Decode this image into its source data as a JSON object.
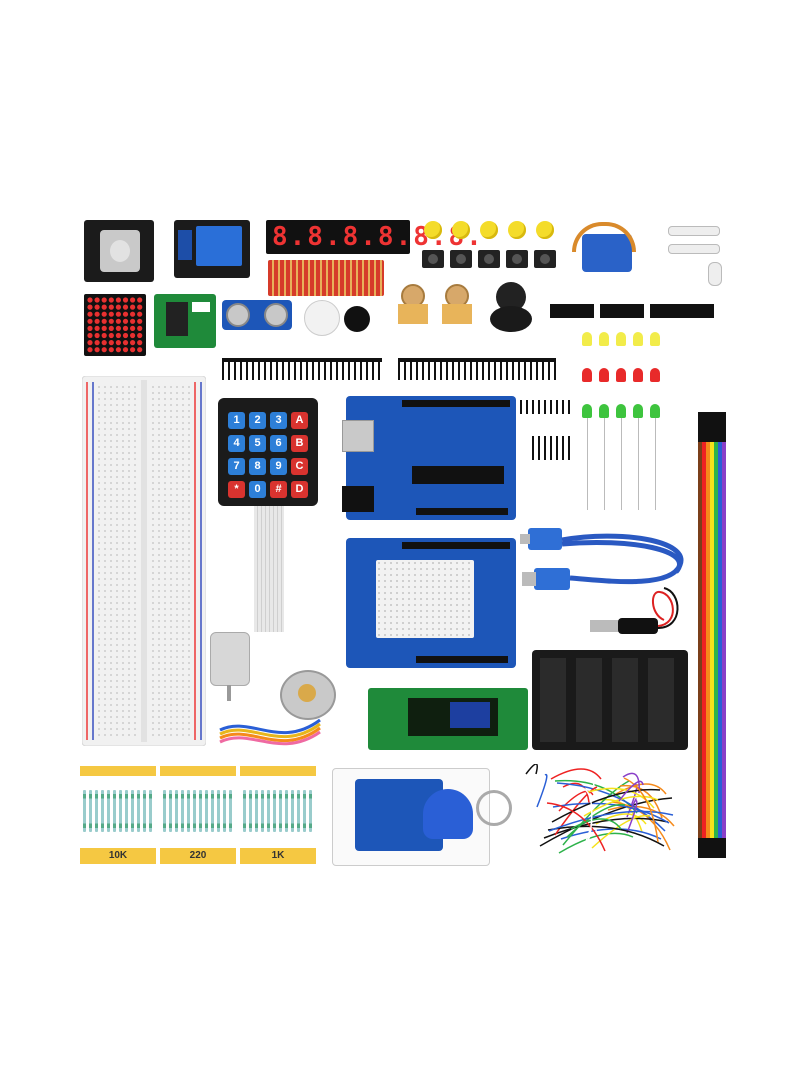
{
  "display": {
    "seven_segment": "8.8.8.8.8.8."
  },
  "keypad": {
    "keys": [
      "1",
      "2",
      "3",
      "A",
      "4",
      "5",
      "6",
      "B",
      "7",
      "8",
      "9",
      "C",
      "*",
      "0",
      "#",
      "D"
    ]
  },
  "resistors": {
    "labels": [
      "10K",
      "220",
      "1K"
    ]
  },
  "colors": {
    "pcb_blue": "#1d56b8",
    "pcb_black": "#1b1b1b",
    "pcb_green": "#1f8a3a",
    "label_yellow": "#f5c842"
  }
}
